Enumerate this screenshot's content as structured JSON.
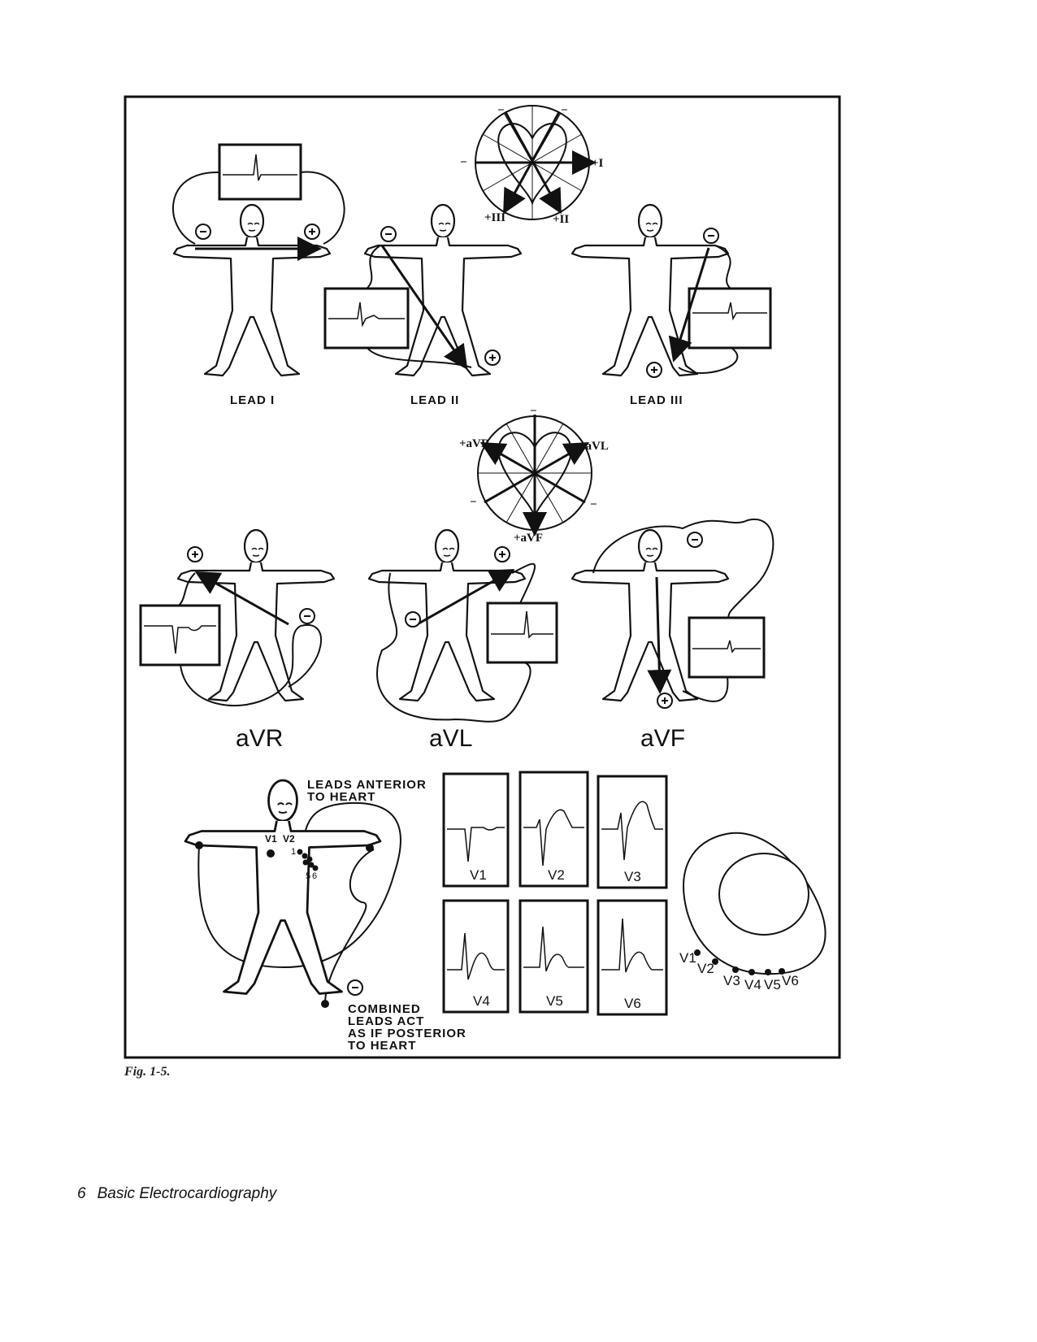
{
  "figure": {
    "limb_leads": {
      "lead_1": "LEAD I",
      "lead_2": "LEAD II",
      "lead_3": "LEAD III",
      "hexaxial": {
        "plus_1": "+I",
        "plus_2": "+II",
        "plus_3": "+III",
        "minus": "−"
      }
    },
    "augmented_leads": {
      "avr": "aVR",
      "avl": "aVL",
      "avf": "aVF",
      "hexaxial": {
        "avr": "+aVR",
        "avl": "+aVL",
        "avf": "+aVF",
        "minus": "−"
      }
    },
    "precordial": {
      "anterior_note": [
        "LEADS ANTERIOR",
        "TO HEART"
      ],
      "posterior_note": [
        "COMBINED",
        "LEADS ACT",
        "AS IF POSTERIOR",
        "TO HEART"
      ],
      "chest_labels": [
        "V1",
        "V2",
        "1",
        "5",
        "6"
      ],
      "tracings": [
        "V1",
        "V2",
        "V3",
        "V4",
        "V5",
        "V6"
      ],
      "top_view_labels": [
        "V1",
        "V2",
        "V3",
        "V4",
        "V5",
        "V6"
      ]
    },
    "electrode_signs": {
      "negative": "−",
      "positive": "+"
    }
  },
  "caption": "Fig. 1-5.",
  "footer": {
    "page_number": "6",
    "book_title": "Basic Electrocardiography"
  }
}
